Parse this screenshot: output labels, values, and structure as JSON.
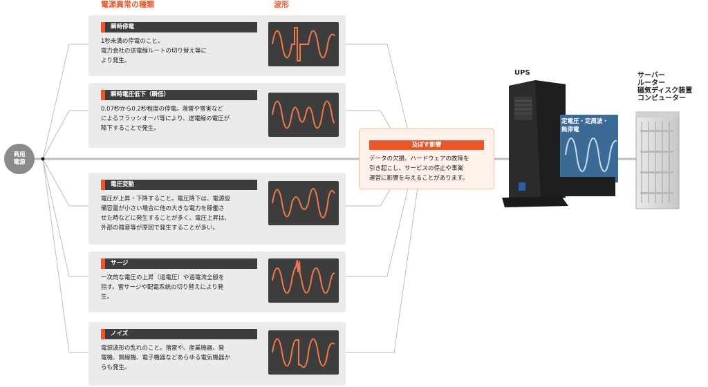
{
  "headers": {
    "types": "電源異常の種類",
    "waveform": "波形"
  },
  "source": {
    "line1": "商用",
    "line2": "電源"
  },
  "cards": [
    {
      "title": "瞬時停電",
      "desc": "1秒未満の停電のこと。\n電力会社の送電線ルートの切り替え等に\nより発生。"
    },
    {
      "title": "瞬時電圧低下（瞬低）",
      "desc": "0.07秒から0.2秒程度の停電。落雷や雪害など\nによるフラッシオーバ等により、送電線の電圧が\n降下することで発生。"
    },
    {
      "title": "電圧変動",
      "desc": "電圧が上昇・下降すること。電圧降下は、電源設\n備容量が小さい場合に他の大きな電力を稼働さ\nせた時などに発生することが多く、電圧上昇は、\n外部の雑音等が原因で発生することが多い。"
    },
    {
      "title": "サージ",
      "desc": "一次的な電圧の上昇（過電圧）や過電流全般を\n指す。雷サージや配電系統の切り替えにより発\n生。"
    },
    {
      "title": "ノイズ",
      "desc": "電源波形の乱れのこと。落雷や、産業機器、発\n電機、無線機、電子機器などあらゆる電気機器か\nらも発生。"
    }
  ],
  "impact": {
    "title": "及ぼす影響",
    "text": "データの欠損、ハードウェアの故障を\n引き起こし、サービスの停止や事業\n運営に影響を与えることがあります。"
  },
  "ups": {
    "label": "UPS",
    "tag": "定電圧・定周波・\n無停電"
  },
  "devices": {
    "label": "サーバー\nルーター\n磁気ディスク装置\nコンピューター"
  },
  "colors": {
    "accent": "#e8562a",
    "dark": "#3d3d3d",
    "card": "#ebebeb",
    "wave": "#f07a4a",
    "clean_wave": "#c9dcf0"
  }
}
